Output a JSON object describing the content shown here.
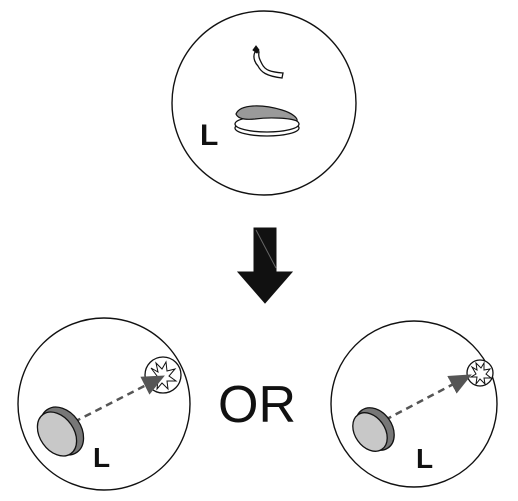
{
  "steps": {
    "top": {
      "label": "L"
    },
    "bottom_left": {
      "label": "L"
    },
    "bottom_right": {
      "label": "L"
    }
  },
  "connector_word": "OR",
  "colors": {
    "ink": "#111111",
    "lens_gray": "#c8c8c8",
    "dash": "#555555"
  }
}
